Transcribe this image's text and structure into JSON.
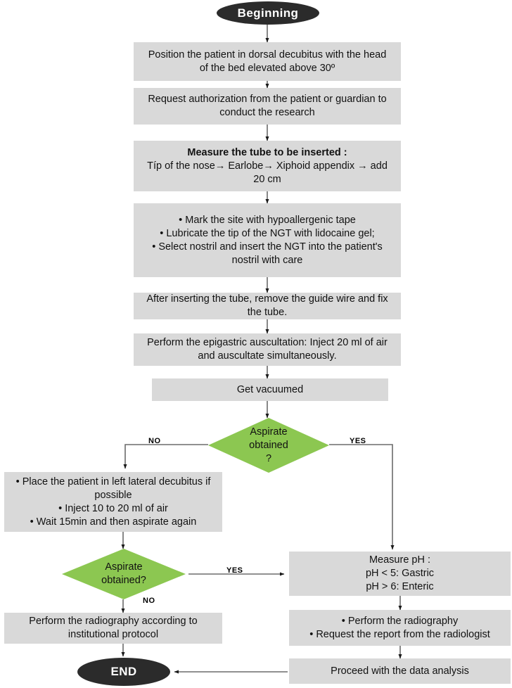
{
  "diagram": {
    "title": "Nasogastric tube (NGT) insertion and confirmation flowchart",
    "colors": {
      "process_fill": "#d9d9d9",
      "decision_fill": "#8cc751",
      "terminator_fill": "#2b2b2b",
      "terminator_text": "#ffffff",
      "connector": "#595959",
      "text": "#111111",
      "background": "#ffffff"
    },
    "nodes": {
      "start": {
        "type": "terminator",
        "label": "Beginning"
      },
      "position_patient": {
        "type": "process",
        "line1": "Position the patient in dorsal decubitus with the head",
        "line2": "of the bed elevated above 30º"
      },
      "request_authorization": {
        "type": "process",
        "line1": "Request authorization from the patient or guardian to",
        "line2": "conduct the research"
      },
      "measure_tube": {
        "type": "process",
        "heading": "Measure the tube to be inserted :",
        "line1": "Típ of the nose→ Earlobe→ Xiphoid appendix → add",
        "line2": "20 cm"
      },
      "prepare_insert": {
        "type": "process",
        "bullets": [
          "• Mark the site with hypoallergenic tape",
          "• Lubricate the tip of the NGT with lidocaine gel;",
          "• Select nostril and insert the NGT into the patient's",
          "nostril with care"
        ]
      },
      "remove_guide_wire": {
        "type": "process",
        "line1": "After inserting the tube, remove the guide wire and fix",
        "line2": "the tube."
      },
      "epigastric_auscultation": {
        "type": "process",
        "line1": "Perform the epigastric auscultation: Inject 20 ml of air",
        "line2": "and auscultate simultaneously."
      },
      "get_vacuumed": {
        "type": "process",
        "line1": "Get vacuumed"
      },
      "decision_aspirate_1": {
        "type": "decision",
        "line1": "Aspirate",
        "line2": "obtained",
        "line3": "?"
      },
      "reposition_patient": {
        "type": "process",
        "bullets": [
          "• Place the patient in left lateral decubitus if",
          "possible",
          "• Inject 10 to 20 ml of air",
          "• Wait 15min and then aspirate again"
        ]
      },
      "decision_aspirate_2": {
        "type": "decision",
        "line1": "Aspirate",
        "line2": "obtained?"
      },
      "radiography_protocol": {
        "type": "process",
        "line1": "Perform the radiography according to",
        "line2": "institutional protocol"
      },
      "measure_ph": {
        "type": "process",
        "heading": "Measure pH :",
        "line1": "pH < 5: Gastric",
        "line2": "pH > 6: Enteric"
      },
      "radiography_report": {
        "type": "process",
        "bullets": [
          "• Perform the radiography",
          "• Request the report from the radiologist"
        ]
      },
      "data_analysis": {
        "type": "process",
        "line1": "Proceed with the data analysis"
      },
      "end": {
        "type": "terminator",
        "label": "END"
      }
    },
    "edge_labels": {
      "d1_no": "NO",
      "d1_yes": "YES",
      "d2_yes": "YES",
      "d2_no": "NO"
    }
  }
}
